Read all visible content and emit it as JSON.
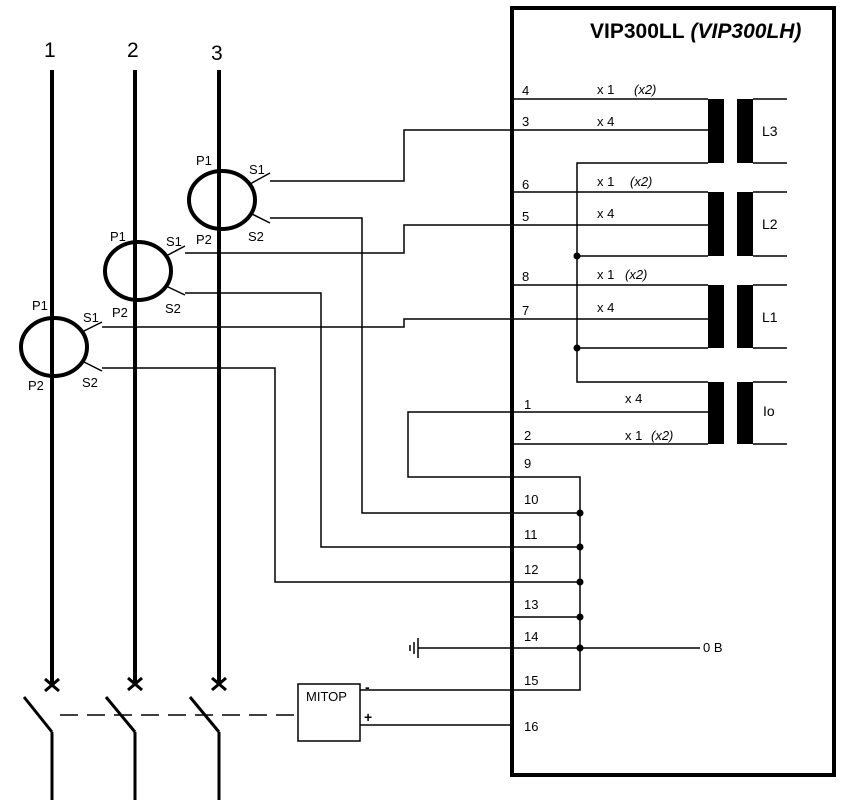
{
  "device": {
    "model": "VIP300LL",
    "alt_model": "(VIP300LH)"
  },
  "phases": [
    "1",
    "2",
    "3"
  ],
  "ct_labels": {
    "p1": "P1",
    "p2": "P2",
    "s1": "S1",
    "s2": "S2"
  },
  "terminals": [
    "1",
    "2",
    "3",
    "4",
    "5",
    "6",
    "7",
    "8",
    "9",
    "10",
    "11",
    "12",
    "13",
    "14",
    "15",
    "16"
  ],
  "ratios": {
    "x1": "x 1",
    "x4": "x 4",
    "x2": "(x2)"
  },
  "transformers": {
    "l3": "L3",
    "l2": "L2",
    "l1": "L1",
    "io": "Io"
  },
  "ground_label": "0 B",
  "mitop": {
    "label": "MITOP",
    "minus": "-",
    "plus": "+"
  }
}
